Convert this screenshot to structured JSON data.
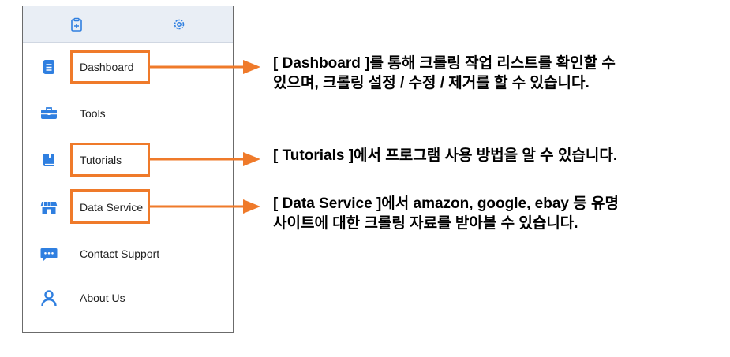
{
  "sidebar": {
    "top_icons": [
      "clipboard-icon",
      "gear-icon"
    ],
    "items": [
      {
        "label": "Dashboard",
        "icon": "document-icon"
      },
      {
        "label": "Tools",
        "icon": "toolbox-icon"
      },
      {
        "label": "Tutorials",
        "icon": "book-icon"
      },
      {
        "label": "Data Service",
        "icon": "store-icon"
      },
      {
        "label": "Contact Support",
        "icon": "chat-icon"
      },
      {
        "label": "About Us",
        "icon": "user-icon"
      }
    ]
  },
  "callouts": {
    "dashboard": {
      "line1": "[ Dashboard ]를 통해 크롤링 작업 리스트를 확인할 수",
      "line2": "있으며, 크롤링 설정 / 수정 / 제거를 할 수 있습니다."
    },
    "tutorials": {
      "line1": "[ Tutorials ]에서 프로그램 사용 방법을 알 수 있습니다."
    },
    "data_service": {
      "line1": "[ Data Service ]에서 amazon, google, ebay 등 유명",
      "line2": "사이트에 대한 크롤링 자료를 받아볼 수 있습니다."
    }
  },
  "colors": {
    "accent": "#ef7a2a",
    "icon_blue": "#2f7fe0",
    "text": "#222222"
  }
}
